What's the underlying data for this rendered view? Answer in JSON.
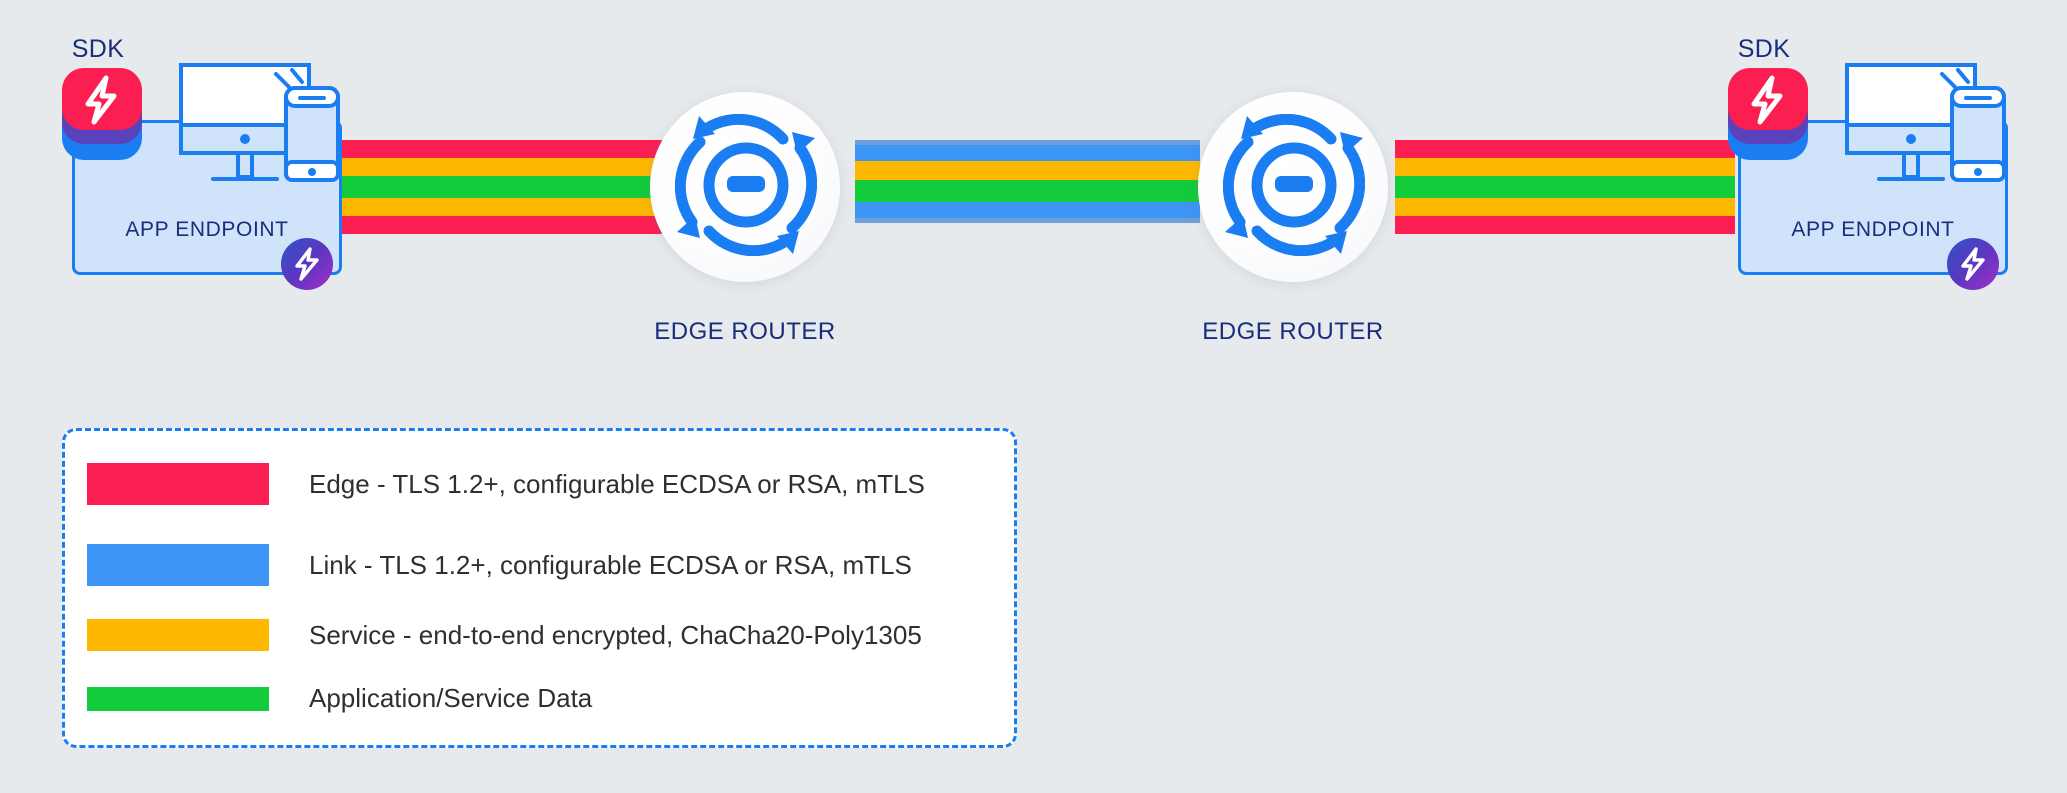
{
  "diagram": {
    "background_color": "#e7eaed",
    "label_color": "#1a2d7c"
  },
  "endpoints": [
    {
      "sdk_label": "SDK",
      "box_label": "APP ENDPOINT",
      "side": "left"
    },
    {
      "sdk_label": "SDK",
      "box_label": "APP ENDPOINT",
      "side": "right"
    }
  ],
  "routers": [
    {
      "label": "EDGE ROUTER",
      "icon": "router-arrows-icon"
    },
    {
      "label": "EDGE ROUTER",
      "icon": "router-arrows-icon"
    }
  ],
  "cable": {
    "bands": [
      {
        "name": "edge-top",
        "color": "#fb1e51"
      },
      {
        "name": "service-top",
        "color": "#ffb800"
      },
      {
        "name": "data",
        "color": "#12cc3b"
      },
      {
        "name": "service-bottom",
        "color": "#ffb800"
      },
      {
        "name": "edge-bottom",
        "color": "#fb1e51"
      }
    ],
    "link_color": "#3d95f5"
  },
  "legend": {
    "items": [
      {
        "color": "#fb1e51",
        "label": "Edge - TLS 1.2+, configurable ECDSA or RSA, mTLS"
      },
      {
        "color": "#3d95f5",
        "label": "Link - TLS 1.2+, configurable ECDSA or RSA, mTLS"
      },
      {
        "color": "#ffb800",
        "label": "Service - end-to-end encrypted, ChaCha20-Poly1305"
      },
      {
        "color": "#12cc3b",
        "label": "Application/Service Data"
      }
    ]
  }
}
